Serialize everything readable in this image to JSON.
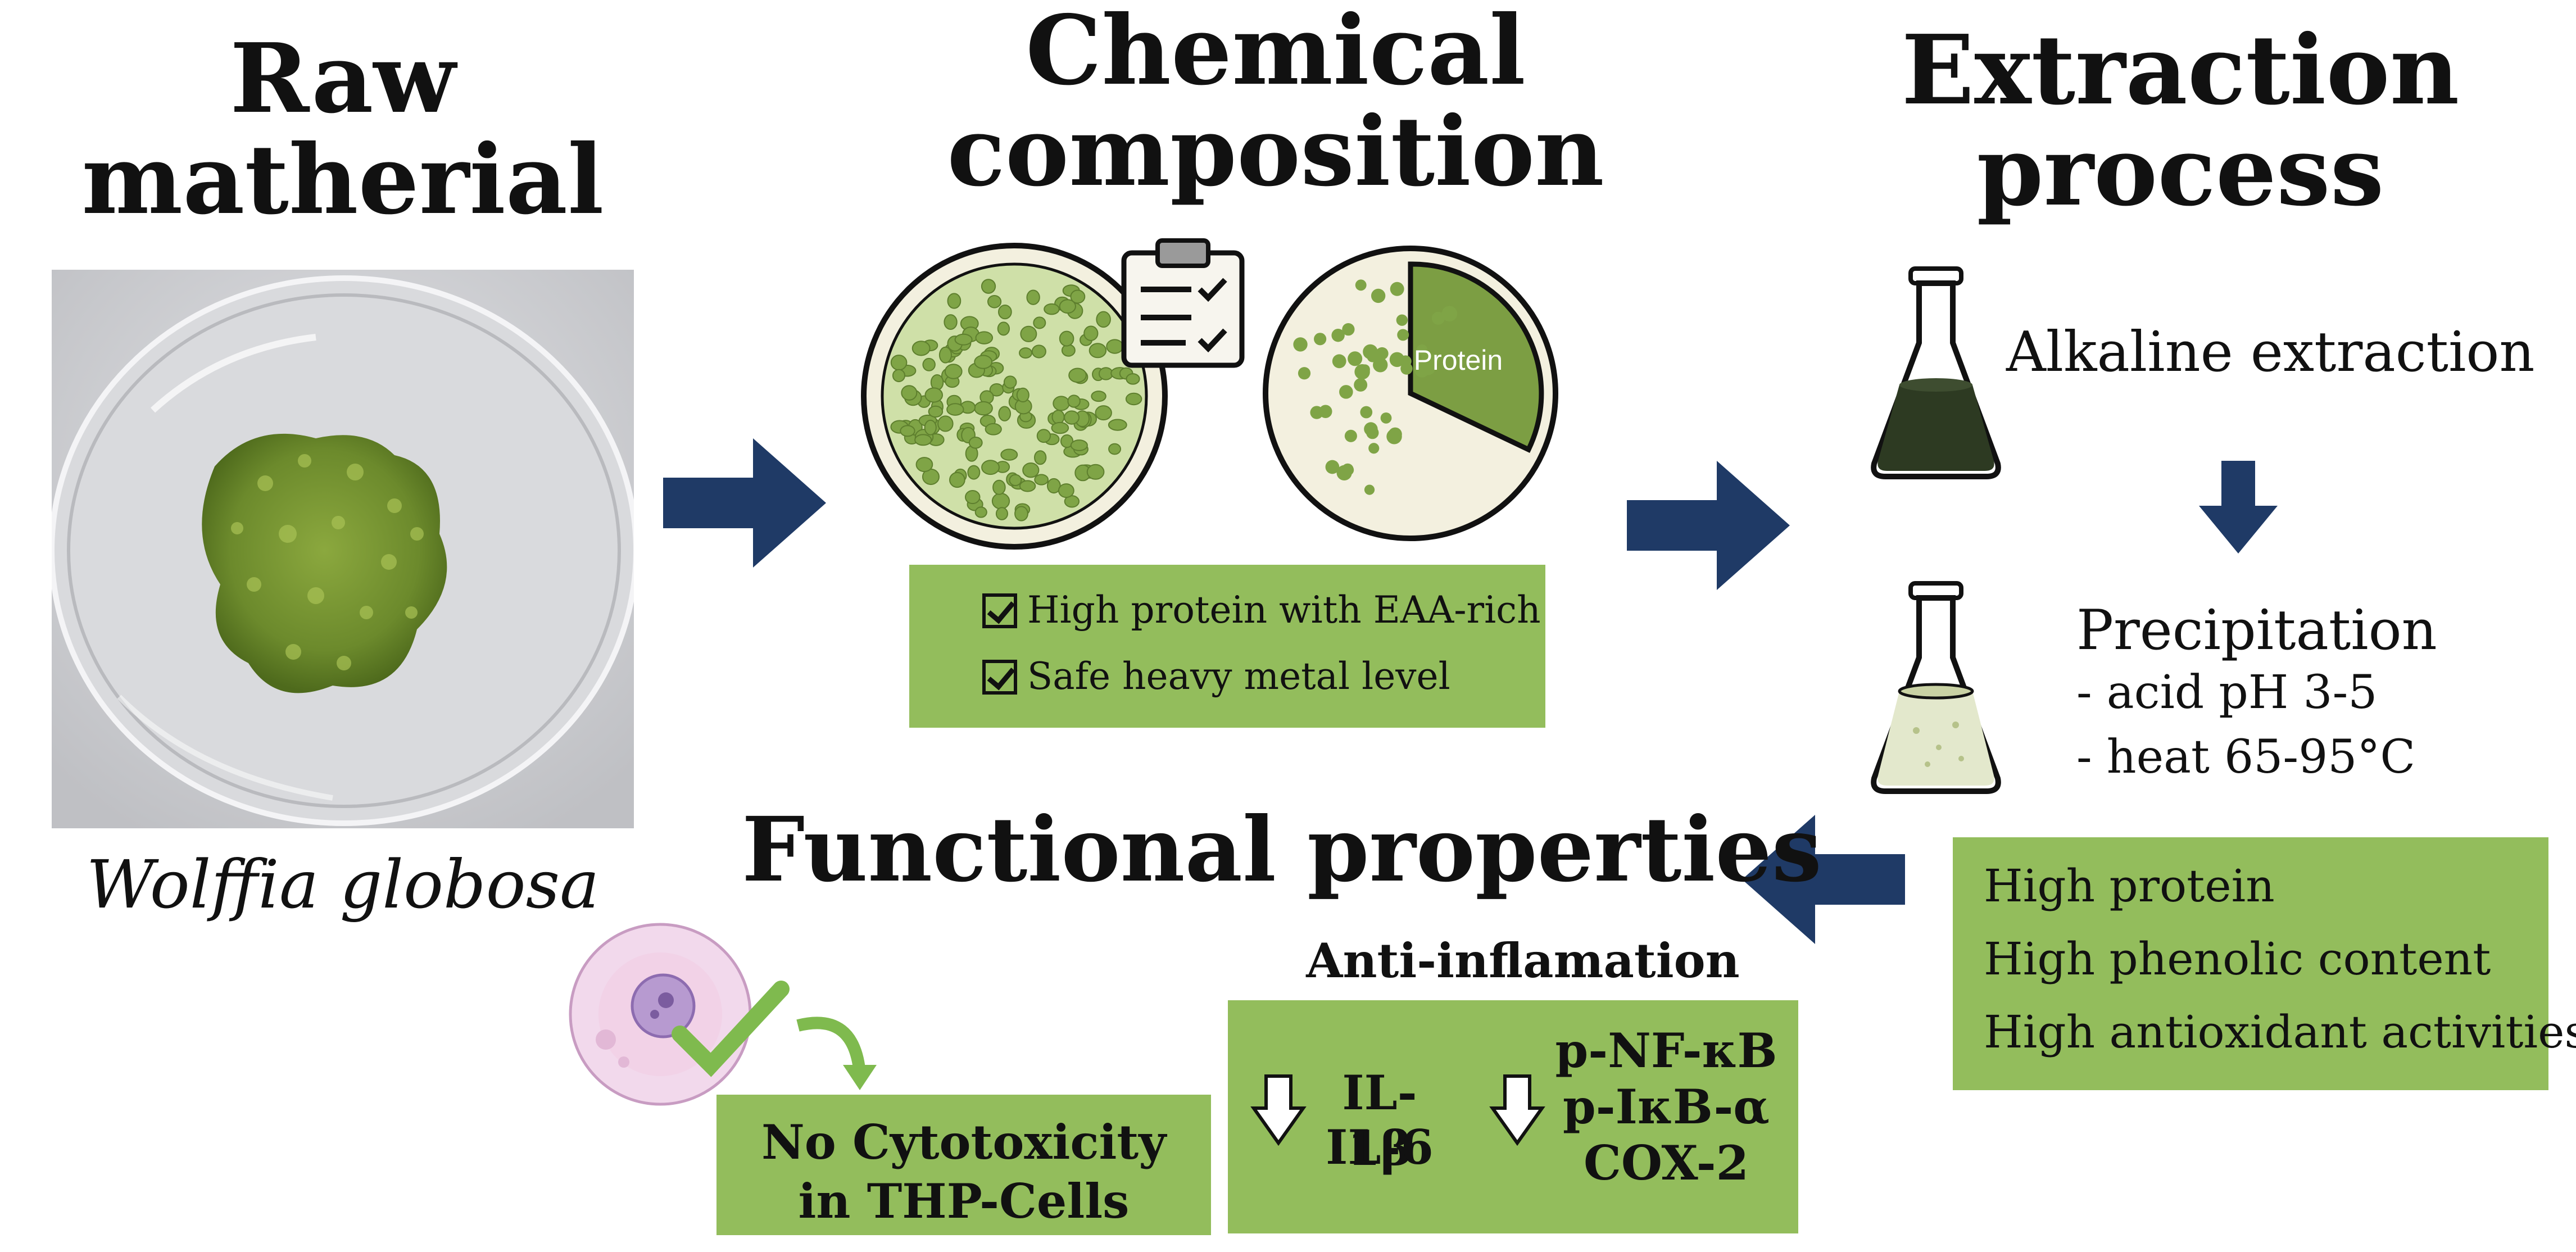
{
  "raw_material": {
    "title": "Raw matherial",
    "species": "Wolffia globosa"
  },
  "chemical_composition": {
    "title": "Chemical composition",
    "pie_label": "Protein",
    "checks": [
      "High protein with EAA-rich",
      "Safe heavy metal level"
    ]
  },
  "extraction_process": {
    "title": "Extraction process",
    "step1": "Alkaline extraction",
    "step2_title": "Precipitation",
    "step2_details": [
      "- acid pH 3-5",
      "- heat 65-95°C"
    ],
    "results": [
      "High protein",
      "High phenolic content",
      "High antioxidant activities"
    ]
  },
  "functional_properties": {
    "title": "Functional properties",
    "cytotoxicity": "No Cytotoxicity in THP-Cells",
    "anti_inflammation_title": "Anti-inflamation",
    "markers_group1": [
      "IL-1β",
      "IL-6"
    ],
    "markers_group2": [
      "p-NF-κB",
      "p-IκB-α",
      "COX-2"
    ]
  },
  "colors": {
    "arrow": "#1f3a66",
    "box": "#93bd5c",
    "dark_green": "#7a9a46"
  }
}
